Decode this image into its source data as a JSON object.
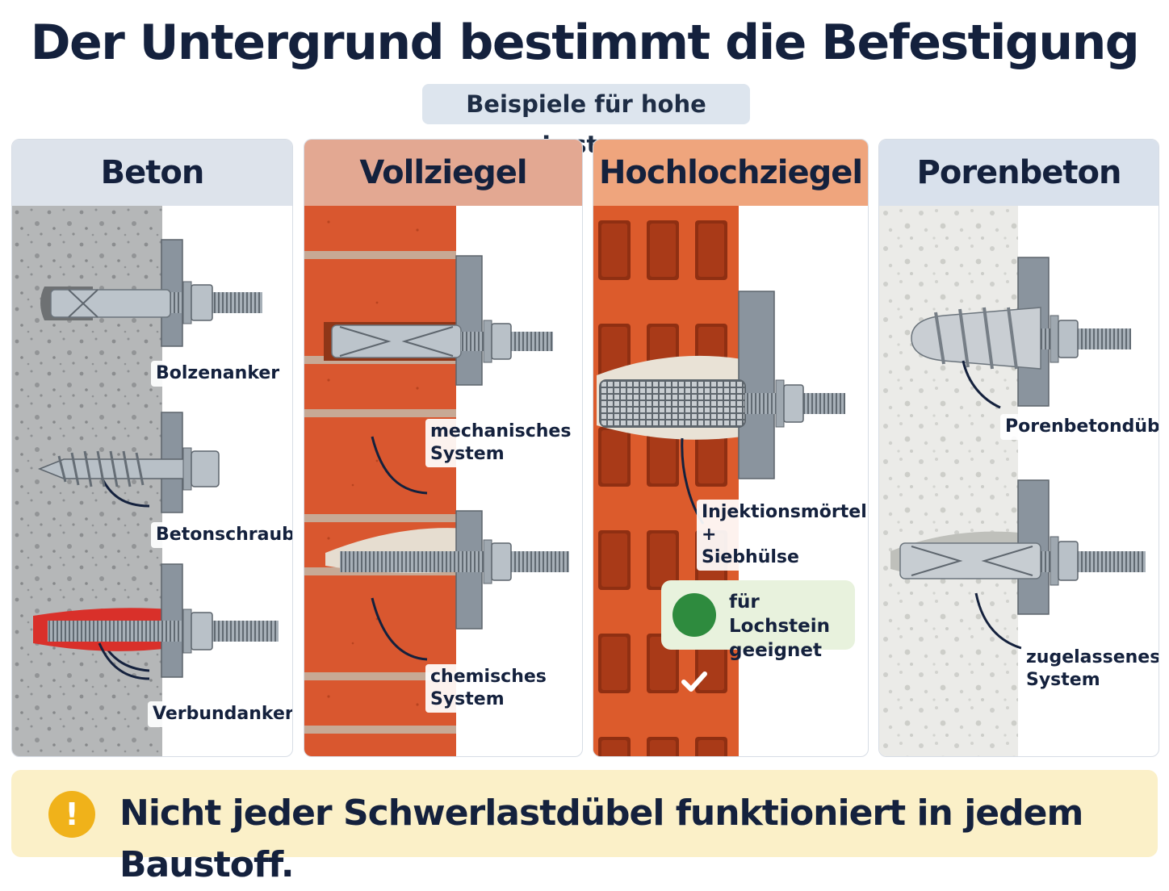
{
  "title": "Der Untergrund bestimmt die Befestigung",
  "subtitle": "Beispiele für hohe Lasten",
  "columns": [
    {
      "heading": "Beton",
      "header_color": "#dde3eb",
      "labels": [
        "Bolzenanker",
        "Betonschraube",
        "Verbundanker"
      ]
    },
    {
      "heading": "Vollziegel",
      "header_color": "#e3a892",
      "labels": [
        "mechanisches\nSystem",
        "chemisches\nSystem"
      ]
    },
    {
      "heading": "Hochlochziegel",
      "header_color": "#efa57d",
      "labels": [
        "Injektionsmörtel +\nSiebhülse"
      ],
      "badge": {
        "text": "für Lochstein\ngeeignet",
        "icon": "check-icon"
      }
    },
    {
      "heading": "Porenbeton",
      "header_color": "#d9e1ec",
      "labels": [
        "Porenbetondübel",
        "zugelassenes\nSystem"
      ]
    }
  ],
  "footer": {
    "text": "Nicht jeder Schwerlastdübel funktioniert in jedem Baustoff.",
    "icon": "warning-icon"
  },
  "colors": {
    "title": "#14213d",
    "concrete": "#b5b7b8",
    "brick": "#d9572f",
    "aerated": "#ebebe8",
    "mortar_red": "#d9302a",
    "steel": "#9aa4ad"
  }
}
